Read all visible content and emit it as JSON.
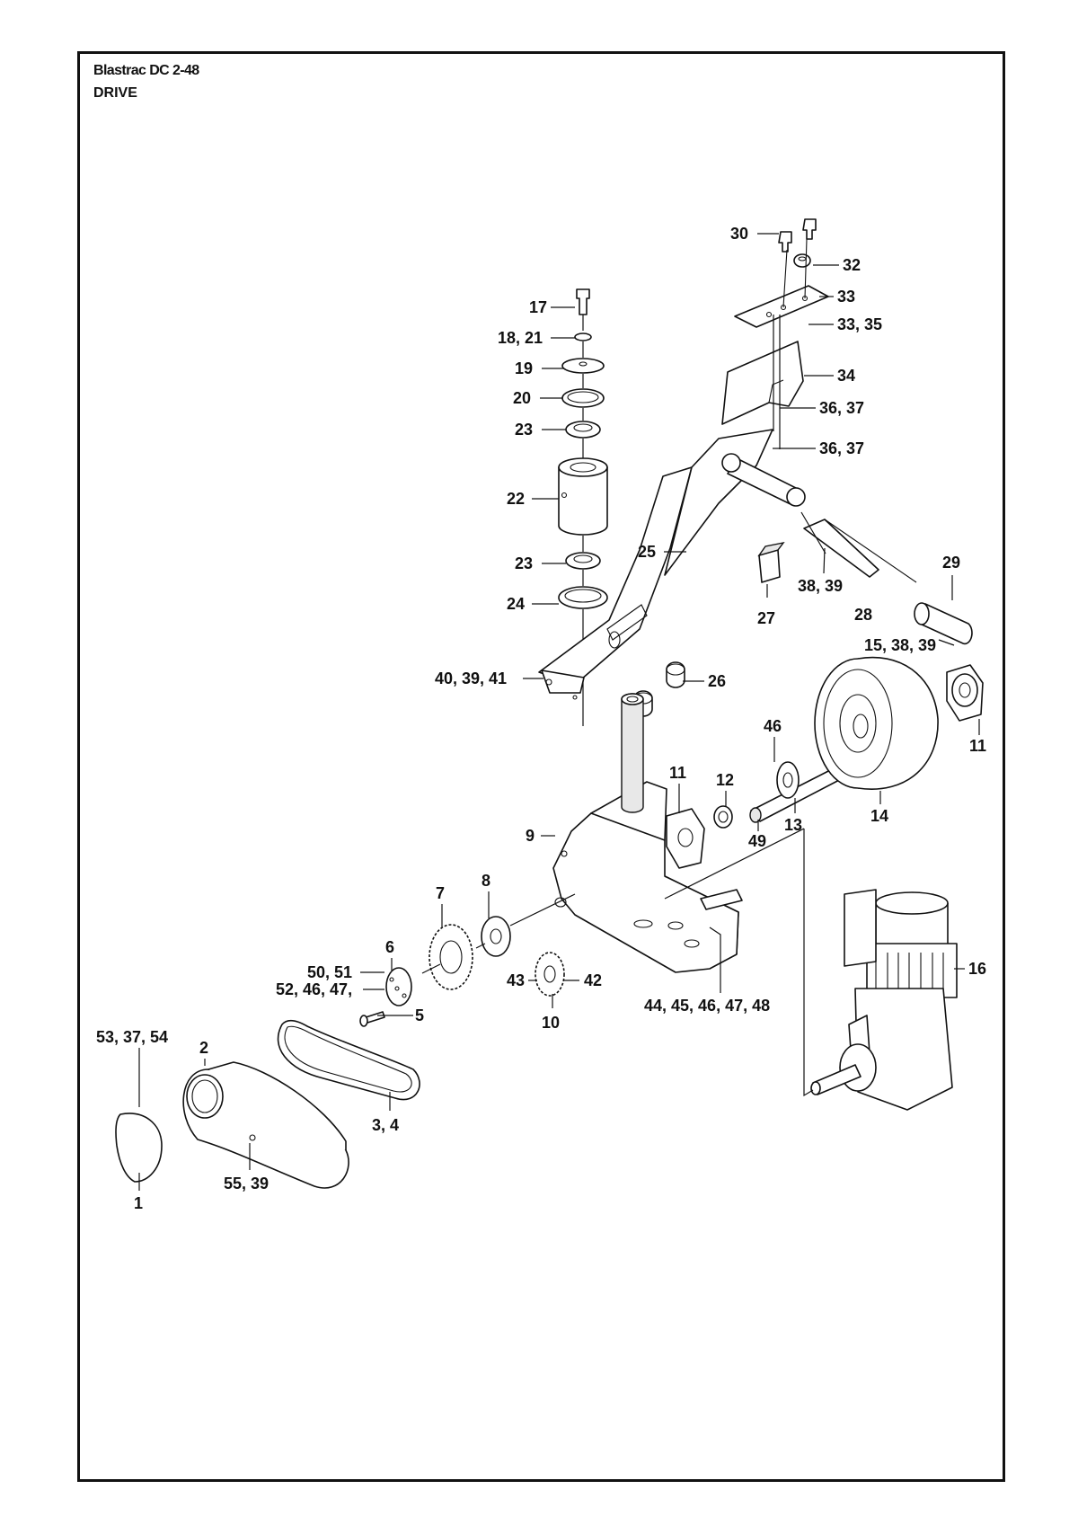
{
  "header": {
    "model": "Blastrac DC 2-48",
    "section": "DRIVE"
  },
  "callouts": {
    "c1": "1",
    "c2": "2",
    "c3_4": "3, 4",
    "c5": "5",
    "c6": "6",
    "c7": "7",
    "c8": "8",
    "c9": "9",
    "c10": "10",
    "c11a": "11",
    "c11b": "11",
    "c12": "12",
    "c13": "13",
    "c14": "14",
    "c15_38_39": "15, 38, 39",
    "c16": "16",
    "c17": "17",
    "c18_21": "18, 21",
    "c19": "19",
    "c20": "20",
    "c22": "22",
    "c23a": "23",
    "c23b": "23",
    "c24": "24",
    "c25": "25",
    "c26": "26",
    "c27": "27",
    "c28": "28",
    "c29": "29",
    "c30": "30",
    "c32": "32",
    "c33": "33",
    "c33_35": "33, 35",
    "c34": "34",
    "c36_37a": "36, 37",
    "c36_37b": "36, 37",
    "c38_39": "38, 39",
    "c40_39_41": "40, 39, 41",
    "c42": "42",
    "c43": "43",
    "c44_48": "44, 45, 46, 47, 48",
    "c46": "46",
    "c49": "49",
    "c50_51": "50, 51",
    "c52_46_47": "52, 46, 47,",
    "c53_37_54": "53, 37, 54",
    "c55_39": "55, 39"
  }
}
